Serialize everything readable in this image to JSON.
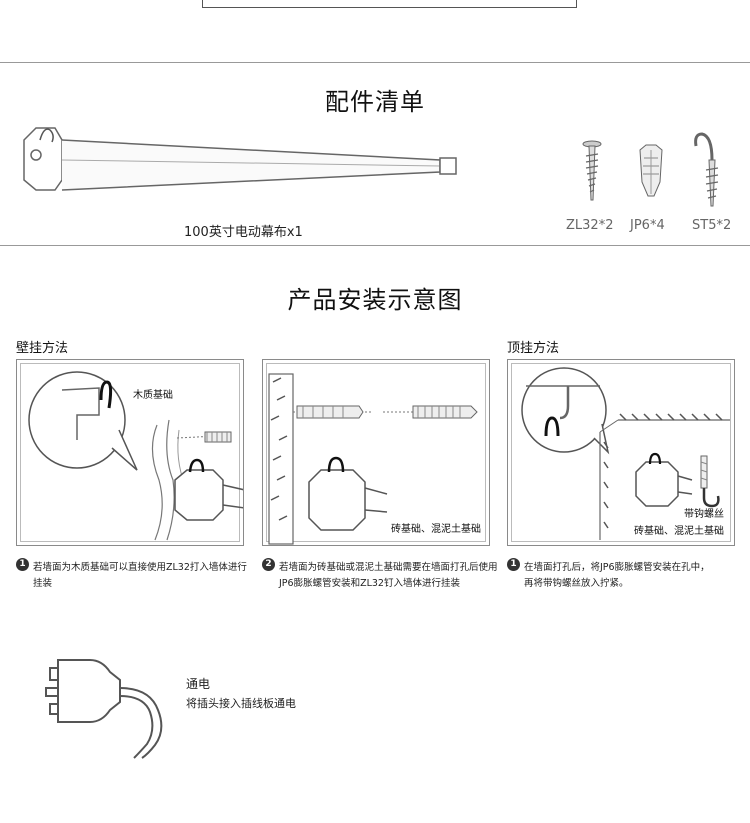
{
  "parts_list": {
    "title": "配件清单",
    "items": [
      {
        "label": "100英寸电动幕布x1"
      },
      {
        "label": "ZL32*2"
      },
      {
        "label": "JP6*4"
      },
      {
        "label": "ST5*2"
      }
    ]
  },
  "install": {
    "title": "产品安装示意图",
    "wall_mount_title": "壁挂方法",
    "ceiling_mount_title": "顶挂方法",
    "panel1_label": "木质基础",
    "panel2_label": "砖基础、混泥土基础",
    "panel3_label_hook": "带钩螺丝",
    "panel3_label_base": "砖基础、混泥土基础",
    "notes": [
      {
        "num": "1",
        "line1": "若墙面为木质基础可以直接使用ZL32打入墙体进行",
        "line2": "挂装"
      },
      {
        "num": "2",
        "line1": "若墙面为砖基础或混泥土基础需要在墙面打孔后使用",
        "line2": "JP6膨胀螺管安装和ZL32钉入墙体进行挂装"
      },
      {
        "num": "1",
        "line1": "在墙面打孔后，将JP6膨胀螺管安装在孔中，",
        "line2": "再将带钩螺丝放入拧紧。"
      }
    ]
  },
  "power": {
    "title": "通电",
    "desc": "将插头接入插线板通电"
  }
}
